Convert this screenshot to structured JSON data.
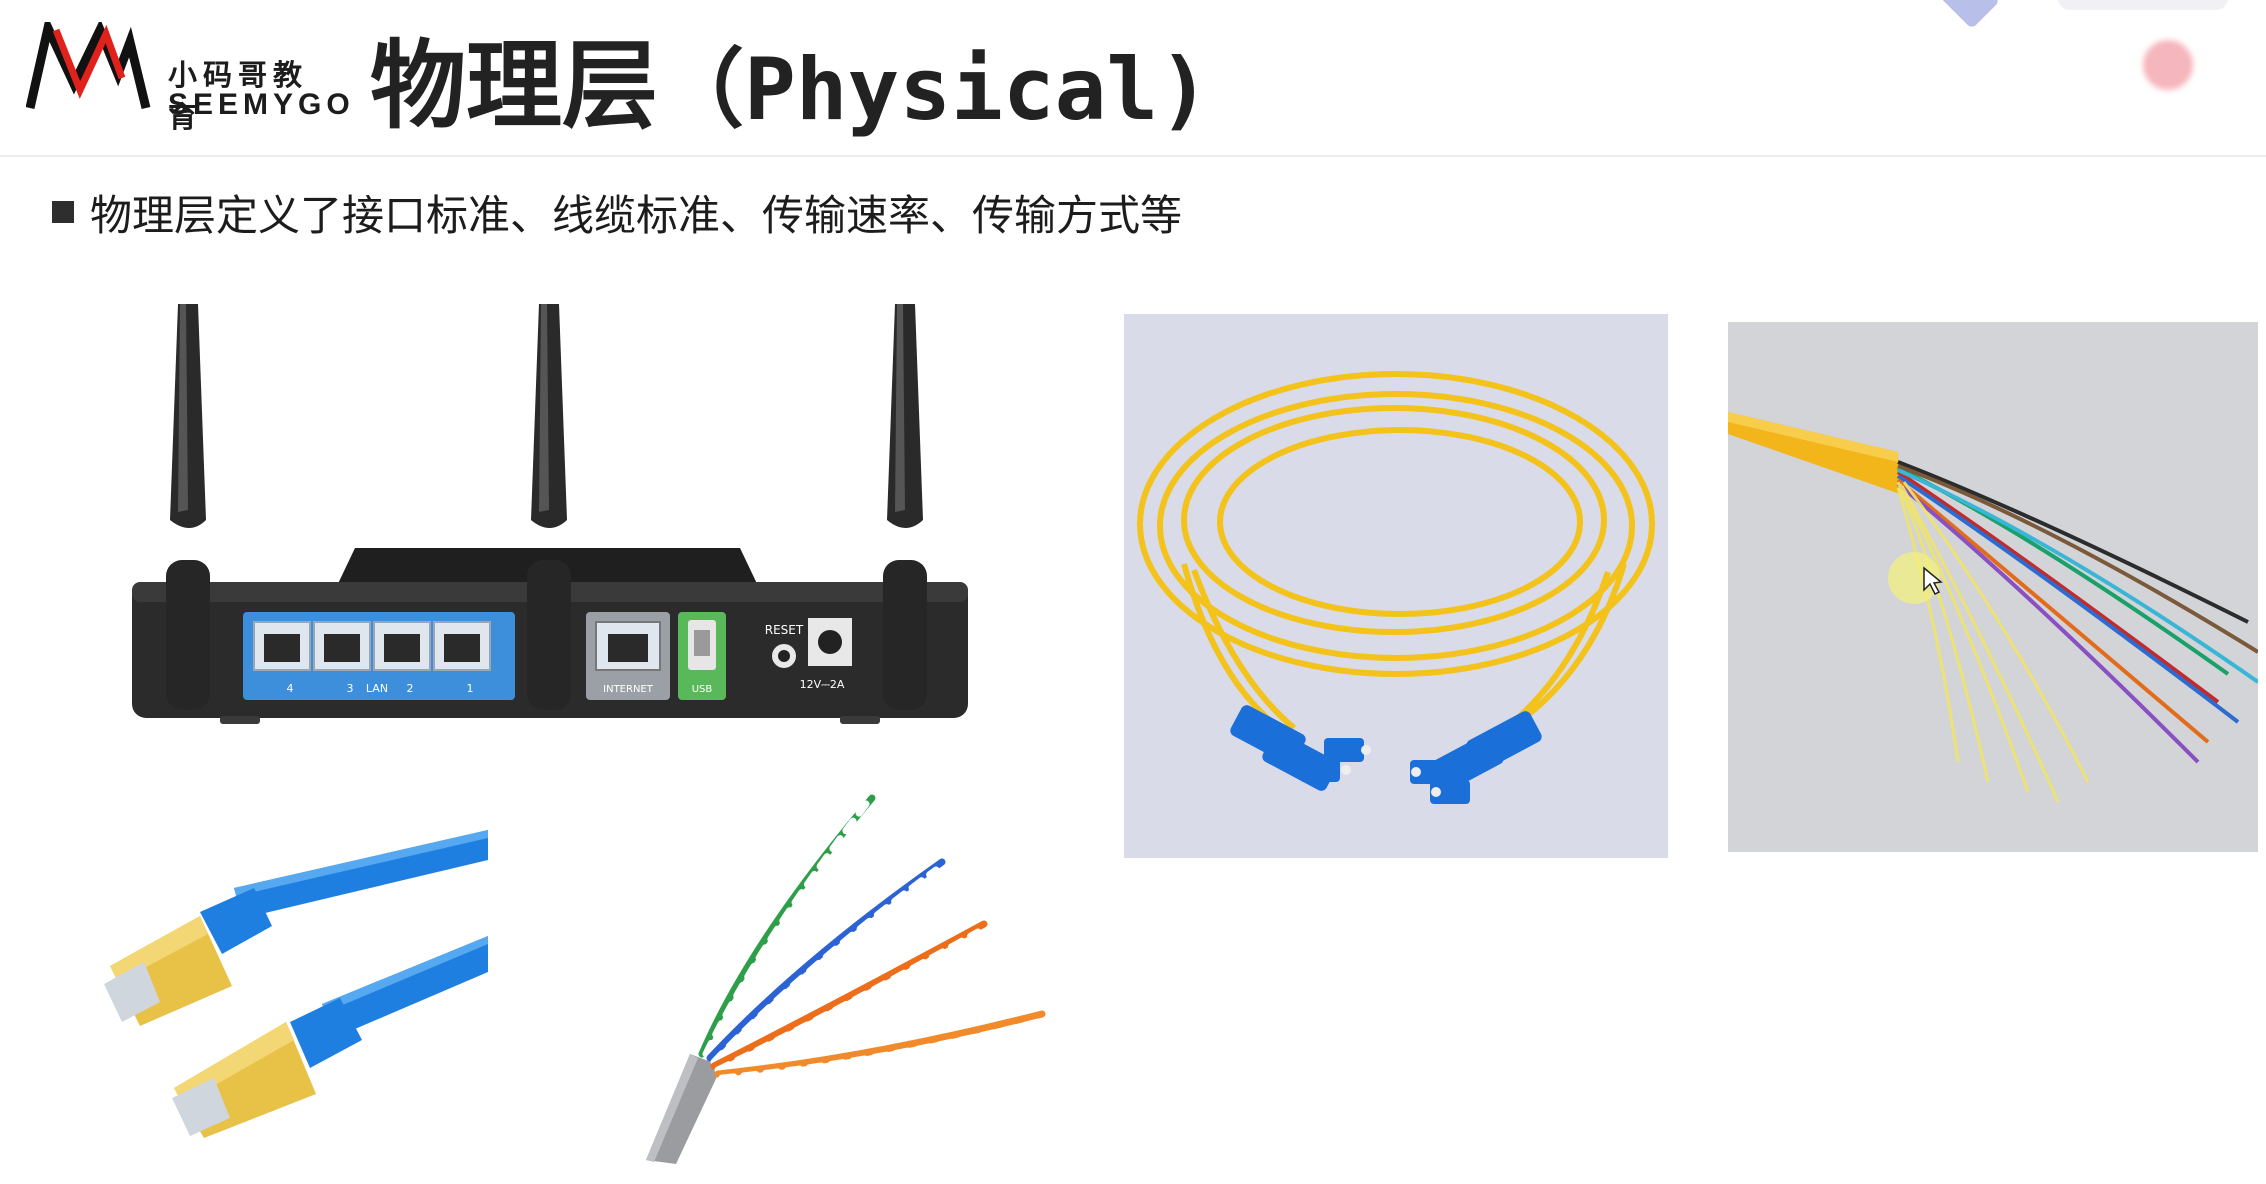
{
  "header": {
    "logo": {
      "cn": "小码哥教育",
      "en": "SEEMYGO",
      "mark_color": "#e0221c"
    },
    "title": {
      "cn": "物理层",
      "en": "（Physical)"
    }
  },
  "content": {
    "bullet": "物理层定义了接口标准、线缆标准、传输速率、传输方式等"
  },
  "images": [
    {
      "name": "router-icon",
      "label": "Wireless router rear panel"
    },
    {
      "name": "fiber-patch-cable-icon",
      "label": "Fiber optic patch cable"
    },
    {
      "name": "fiber-optic-bundle-icon",
      "label": "Optical fiber cable bundle"
    },
    {
      "name": "ethernet-cable-icon",
      "label": "Ethernet cables with RJ45 plugs"
    },
    {
      "name": "twisted-pair-icon",
      "label": "Twisted pair wires"
    }
  ],
  "router": {
    "lan_label": "LAN",
    "lan_ports": [
      "4",
      "3",
      "2",
      "1"
    ],
    "internet_label": "INTERNET",
    "usb_label": "USB",
    "reset_label": "RESET",
    "power_label": "12V⎓2A"
  },
  "colors": {
    "lan_panel": "#3d8fdc",
    "usb_panel": "#58b85a",
    "fiber_yellow": "#f3c21b",
    "connector_blue": "#1b6fd8"
  }
}
